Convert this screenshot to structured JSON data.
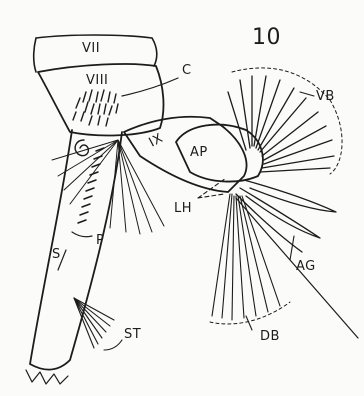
{
  "figure": {
    "number": "10",
    "labels": {
      "segment_vii": "VII",
      "segment_viii": "VIII",
      "segment_ix": "IX",
      "comb": "C",
      "anal_papillae": "AP",
      "ventral_brush": "VB",
      "lateral_hair": "LH",
      "pecten": "P",
      "siphon": "S",
      "siphonal_tuft": "ST",
      "anal_gills": "AG",
      "dorsal_brush": "DB"
    }
  }
}
